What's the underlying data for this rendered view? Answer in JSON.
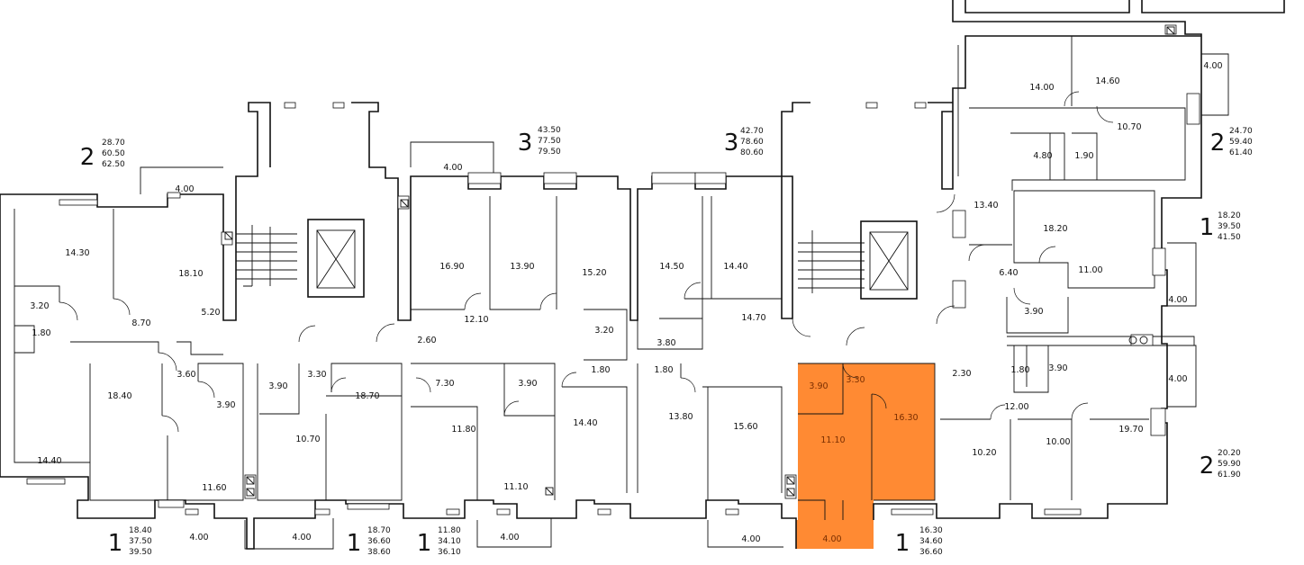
{
  "colors": {
    "highlight": "#ff8a33",
    "wall": "#111111"
  },
  "units": [
    {
      "rooms": "2",
      "areas": [
        "28.70",
        "60.50",
        "62.50"
      ]
    },
    {
      "rooms": "3",
      "areas": [
        "43.50",
        "77.50",
        "79.50"
      ]
    },
    {
      "rooms": "3",
      "areas": [
        "42.70",
        "78.60",
        "80.60"
      ]
    },
    {
      "rooms": "2",
      "areas": [
        "24.70",
        "59.40",
        "61.40"
      ]
    },
    {
      "rooms": "1",
      "areas": [
        "18.20",
        "39.50",
        "41.50"
      ]
    },
    {
      "rooms": "2",
      "areas": [
        "20.20",
        "59.90",
        "61.90"
      ]
    },
    {
      "rooms": "1",
      "areas": [
        "18.40",
        "37.50",
        "39.50"
      ]
    },
    {
      "rooms": "1",
      "areas": [
        "18.70",
        "36.60",
        "38.60"
      ]
    },
    {
      "rooms": "1",
      "areas": [
        "11.80",
        "34.10",
        "36.10"
      ]
    },
    {
      "rooms": "1",
      "areas": [
        "16.30",
        "34.60",
        "36.60"
      ]
    }
  ],
  "rooms": [
    "14.30",
    "18.10",
    "4.00",
    "3.20",
    "1.80",
    "8.70",
    "5.20",
    "18.40",
    "14.40",
    "3.60",
    "3.90",
    "11.60",
    "4.00",
    "3.90",
    "3.30",
    "18.70",
    "10.70",
    "4.00",
    "16.90",
    "13.90",
    "15.20",
    "4.00",
    "12.10",
    "2.60",
    "3.20",
    "1.80",
    "7.30",
    "3.90",
    "11.80",
    "11.10",
    "14.40",
    "4.00",
    "14.50",
    "14.40",
    "14.70",
    "3.80",
    "1.80",
    "13.80",
    "15.60",
    "4.00",
    "3.90",
    "3.30",
    "16.30",
    "11.10",
    "4.00",
    "14.00",
    "14.60",
    "4.00",
    "10.70",
    "4.80",
    "1.90",
    "13.40",
    "18.20",
    "11.00",
    "6.40",
    "3.90",
    "4.00",
    "2.30",
    "1.80",
    "3.90",
    "12.00",
    "4.00",
    "10.20",
    "10.00",
    "19.70"
  ]
}
